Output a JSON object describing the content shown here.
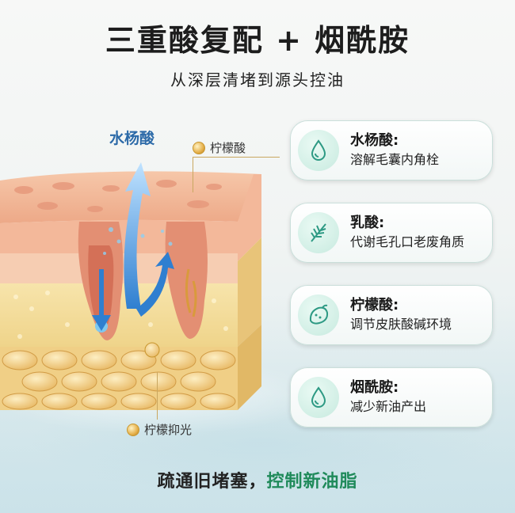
{
  "header": {
    "title": "三重酸复配 + 烟酰胺",
    "subtitle": "从深层清堵到源头控油"
  },
  "diagram": {
    "arrow_label": "水杨酸",
    "top_dot_label": "柠檬酸",
    "bottom_dot_label": "柠檬抑光"
  },
  "cards": [
    {
      "icon": "water-drop-icon",
      "title": "水杨酸:",
      "desc": "溶解毛囊内角栓"
    },
    {
      "icon": "leaf-icon",
      "title": "乳酸:",
      "desc": "代谢毛孔口老废角质"
    },
    {
      "icon": "lemon-icon",
      "title": "柠檬酸:",
      "desc": "调节皮肤酸碱环境"
    },
    {
      "icon": "water-drop-icon",
      "title": "烟酰胺:",
      "desc": "减少新油产出"
    }
  ],
  "footer": {
    "part1": "疏通旧堵塞，",
    "part2": "控制新油脂"
  },
  "colors": {
    "accent_green": "#1f8a5a",
    "label_blue": "#2c6aa8",
    "icon_teal": "#2e9a84"
  }
}
